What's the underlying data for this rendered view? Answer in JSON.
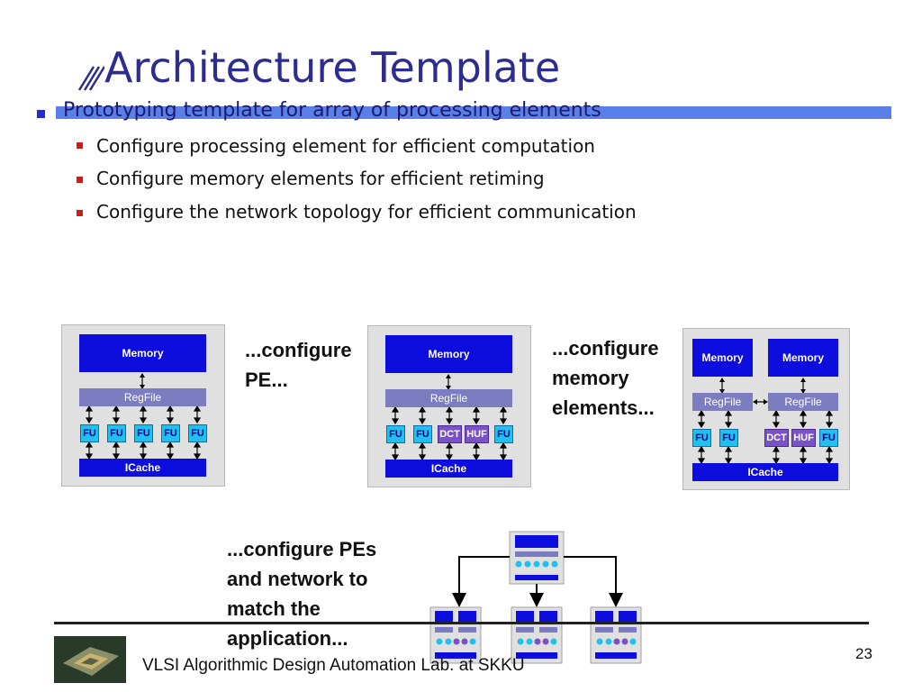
{
  "slide": {
    "title": "Architecture Template",
    "bullet_main": "Prototyping template for array of processing elements",
    "sub_bullets": [
      "Configure processing element for efficient computation",
      "Configure memory elements for efficient retiming",
      "Configure the network topology for efficient communication"
    ]
  },
  "diagram": {
    "panel1": {
      "memory": "Memory",
      "regfile": "RegFile",
      "fus": [
        "FU",
        "FU",
        "FU",
        "FU",
        "FU"
      ],
      "icache": "ICache"
    },
    "panel2": {
      "memory": "Memory",
      "regfile": "RegFile",
      "fus": [
        "FU",
        "FU",
        "DCT",
        "HUF",
        "FU"
      ],
      "icache": "ICache"
    },
    "panel3": {
      "memory_left": "Memory",
      "memory_right": "Memory",
      "regfile_left": "RegFile",
      "regfile_right": "RegFile",
      "fus": [
        "FU",
        "FU",
        "DCT",
        "HUF",
        "FU"
      ],
      "icache": "ICache"
    },
    "captions": {
      "configure_pe": [
        "...configure",
        "PE..."
      ],
      "configure_memory": [
        "...configure",
        "memory",
        "elements..."
      ],
      "configure_network": [
        "...configure PEs",
        "and network to",
        "match the",
        "application..."
      ]
    },
    "colors": {
      "memory": "#0d0ddd",
      "regfile": "#7c7cc0",
      "fu": "#22c0ee",
      "special_fu": "#7a52c6"
    }
  },
  "footer": {
    "text": "VLSI Algorithmic Design Automation Lab. at SKKU",
    "page": "23"
  }
}
